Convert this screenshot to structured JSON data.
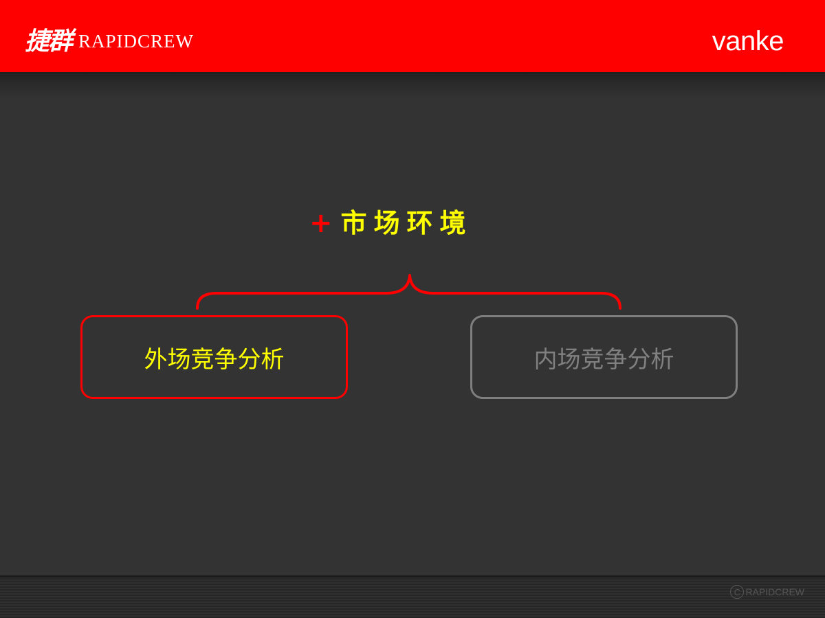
{
  "header": {
    "brand_cn": "捷群",
    "brand_en": "RAPIDCREW",
    "partner": "vanke",
    "color": "#ff0000"
  },
  "section": {
    "marker": "+",
    "title": "市场环境"
  },
  "boxes": [
    {
      "label": "外场竞争分析",
      "state": "active",
      "text_color": "#ffff00",
      "border_color": "#ff0000"
    },
    {
      "label": "内场竞争分析",
      "state": "inactive",
      "text_color": "#808080",
      "border_color": "#7f7f7f"
    }
  ],
  "footer": {
    "copyright_symbol": "C",
    "copyright_text": "RAPIDCREW"
  }
}
